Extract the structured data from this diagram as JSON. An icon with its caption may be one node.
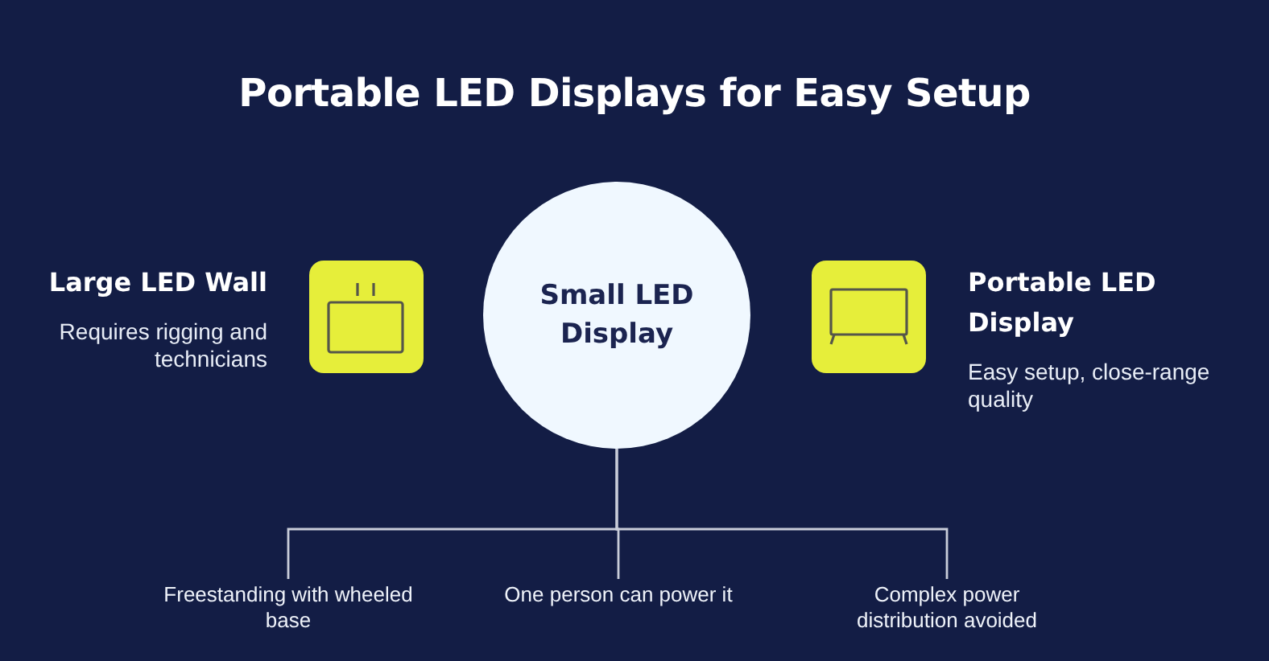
{
  "diagram": {
    "title": "Portable LED Displays for Easy Setup",
    "nodes": [
      {
        "text": [],
        "shape": "picture",
        "beside": [
          "Large LED Wall",
          "Requires rigging and technicians"
        ]
      },
      {
        "text": [
          "Small LED Display"
        ]
      },
      {
        "text": [],
        "shape": "picture",
        "beside": [
          "Portable LED Display",
          "Easy setup, close-range quality"
        ]
      },
      {
        "text": [
          "Freestanding with wheeled base"
        ]
      },
      {
        "text": [
          "One person can power it"
        ]
      },
      {
        "text": [
          "Complex power distribution avoided"
        ]
      }
    ],
    "edges": [
      {
        "from": 1,
        "to": 3,
        "arrow": "none"
      },
      {
        "from": 1,
        "to": 4,
        "arrow": "none"
      },
      {
        "from": 1,
        "to": 5,
        "arrow": "none"
      }
    ]
  }
}
